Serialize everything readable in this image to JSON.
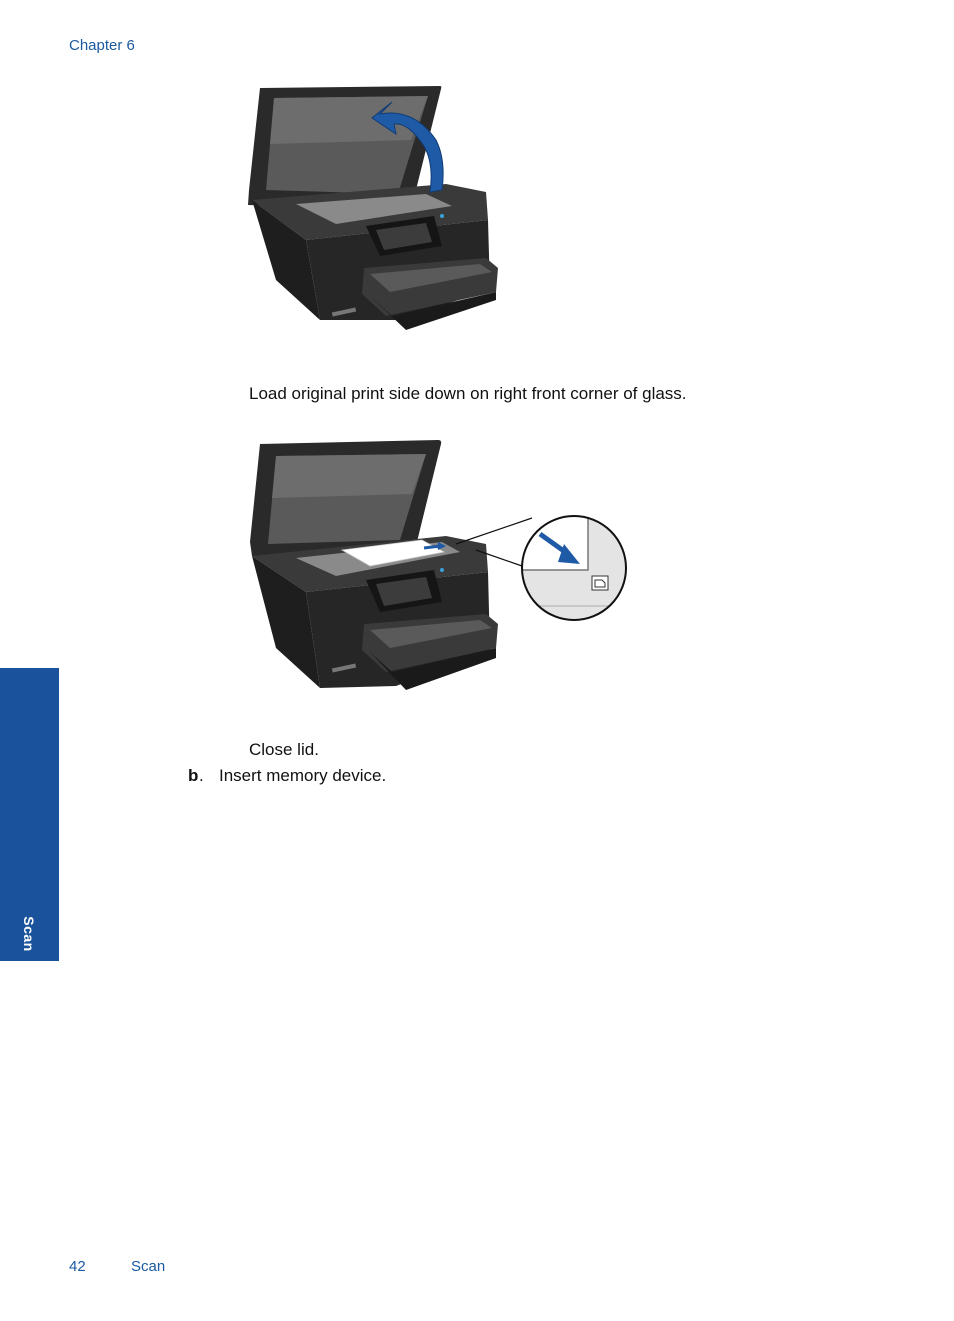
{
  "header": {
    "chapter": "Chapter 6"
  },
  "steps": {
    "lift_lid": "",
    "load_original": "Load original print side down on right front corner of glass.",
    "close_lid": "Close lid.",
    "step_b_letter": "b",
    "step_b_dot": ".",
    "step_b_text": "Insert memory device."
  },
  "side_tab": {
    "label": "Scan"
  },
  "footer": {
    "page_number": "42",
    "section": "Scan"
  },
  "colors": {
    "accent": "#1a539b",
    "link_text": "#1a5aa0",
    "printer_body": "#2b2b2b",
    "arrow": "#1f5aa6"
  }
}
